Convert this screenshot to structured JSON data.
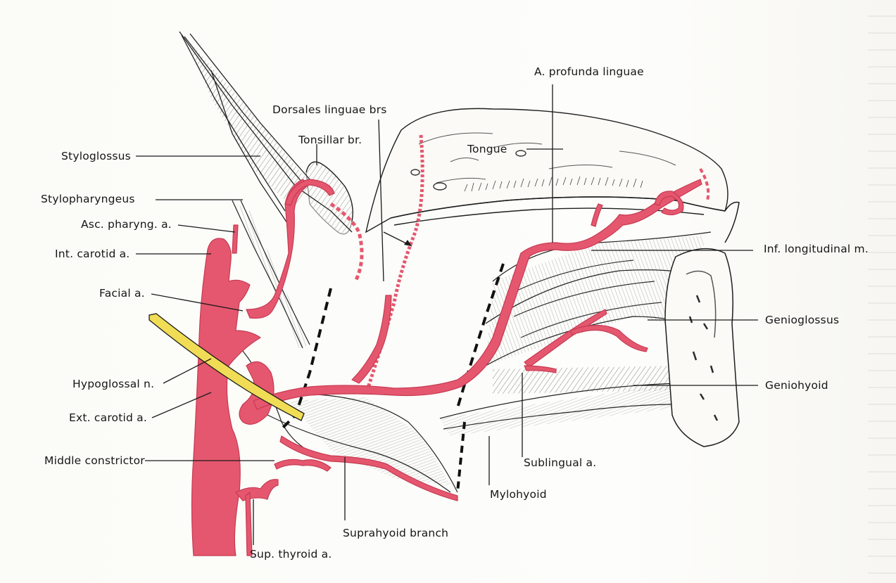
{
  "colors": {
    "artery": "#e5576e",
    "artery_dark": "#c63a52",
    "nerve": "#f0dd55",
    "ink": "#1a1a1a",
    "paper": "#fdfdfb"
  },
  "labels": {
    "styloglossus": "Styloglossus",
    "stylopharyngeus": "Stylopharyngeus",
    "asc_pharyng": "Asc. pharyng. a.",
    "int_carotid": "Int. carotid a.",
    "facial": "Facial a.",
    "hypoglossal": "Hypoglossal n.",
    "ext_carotid": "Ext. carotid a.",
    "middle_constrictor": "Middle constrictor",
    "sup_thyroid": "Sup. thyroid a.",
    "suprahyoid": "Suprahyoid branch",
    "dorsales": "Dorsales linguae brs",
    "tonsillar": "Tonsillar br.",
    "tongue": "Tongue",
    "profunda": "A. profunda linguae",
    "inf_longitudinal": "Inf. longitudinal m.",
    "genioglossus": "Genioglossus",
    "geniohyoid": "Geniohyoid",
    "sublingual": "Sublingual a.",
    "mylohyoid": "Mylohyoid"
  }
}
